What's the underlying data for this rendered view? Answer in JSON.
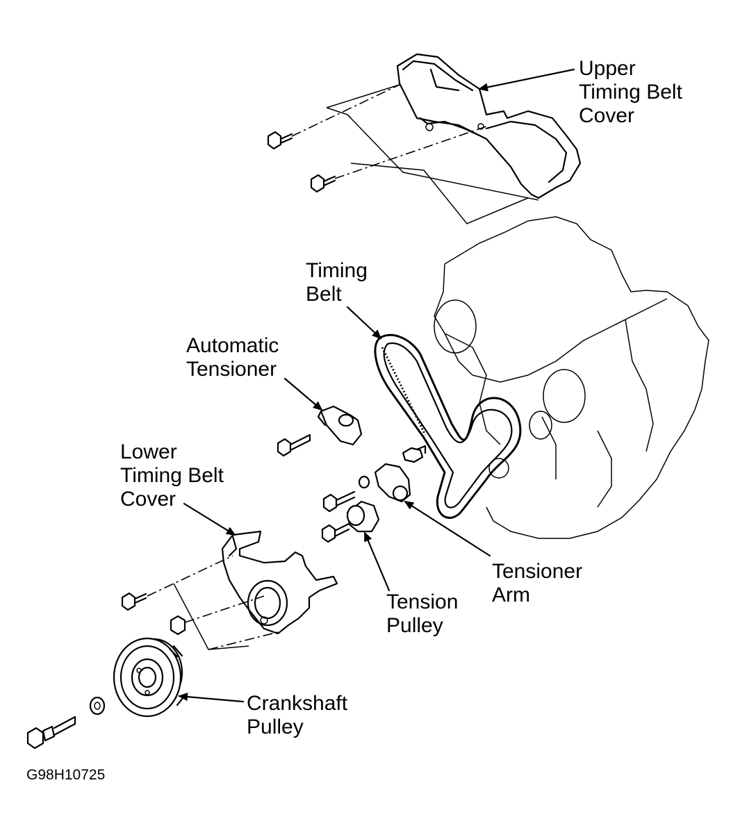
{
  "labels": {
    "upper_cover": [
      "Upper",
      "Timing Belt",
      "Cover"
    ],
    "timing_belt": [
      "Timing",
      "Belt"
    ],
    "automatic_tensioner": [
      "Automatic",
      "Tensioner"
    ],
    "lower_cover": [
      "Lower",
      "Timing Belt",
      "Cover"
    ],
    "tensioner_arm": [
      "Tensioner",
      "Arm"
    ],
    "tension_pulley": [
      "Tension",
      "Pulley"
    ],
    "crankshaft_pulley": [
      "Crankshaft",
      "Pulley"
    ]
  },
  "figure_code": "G98H10725"
}
